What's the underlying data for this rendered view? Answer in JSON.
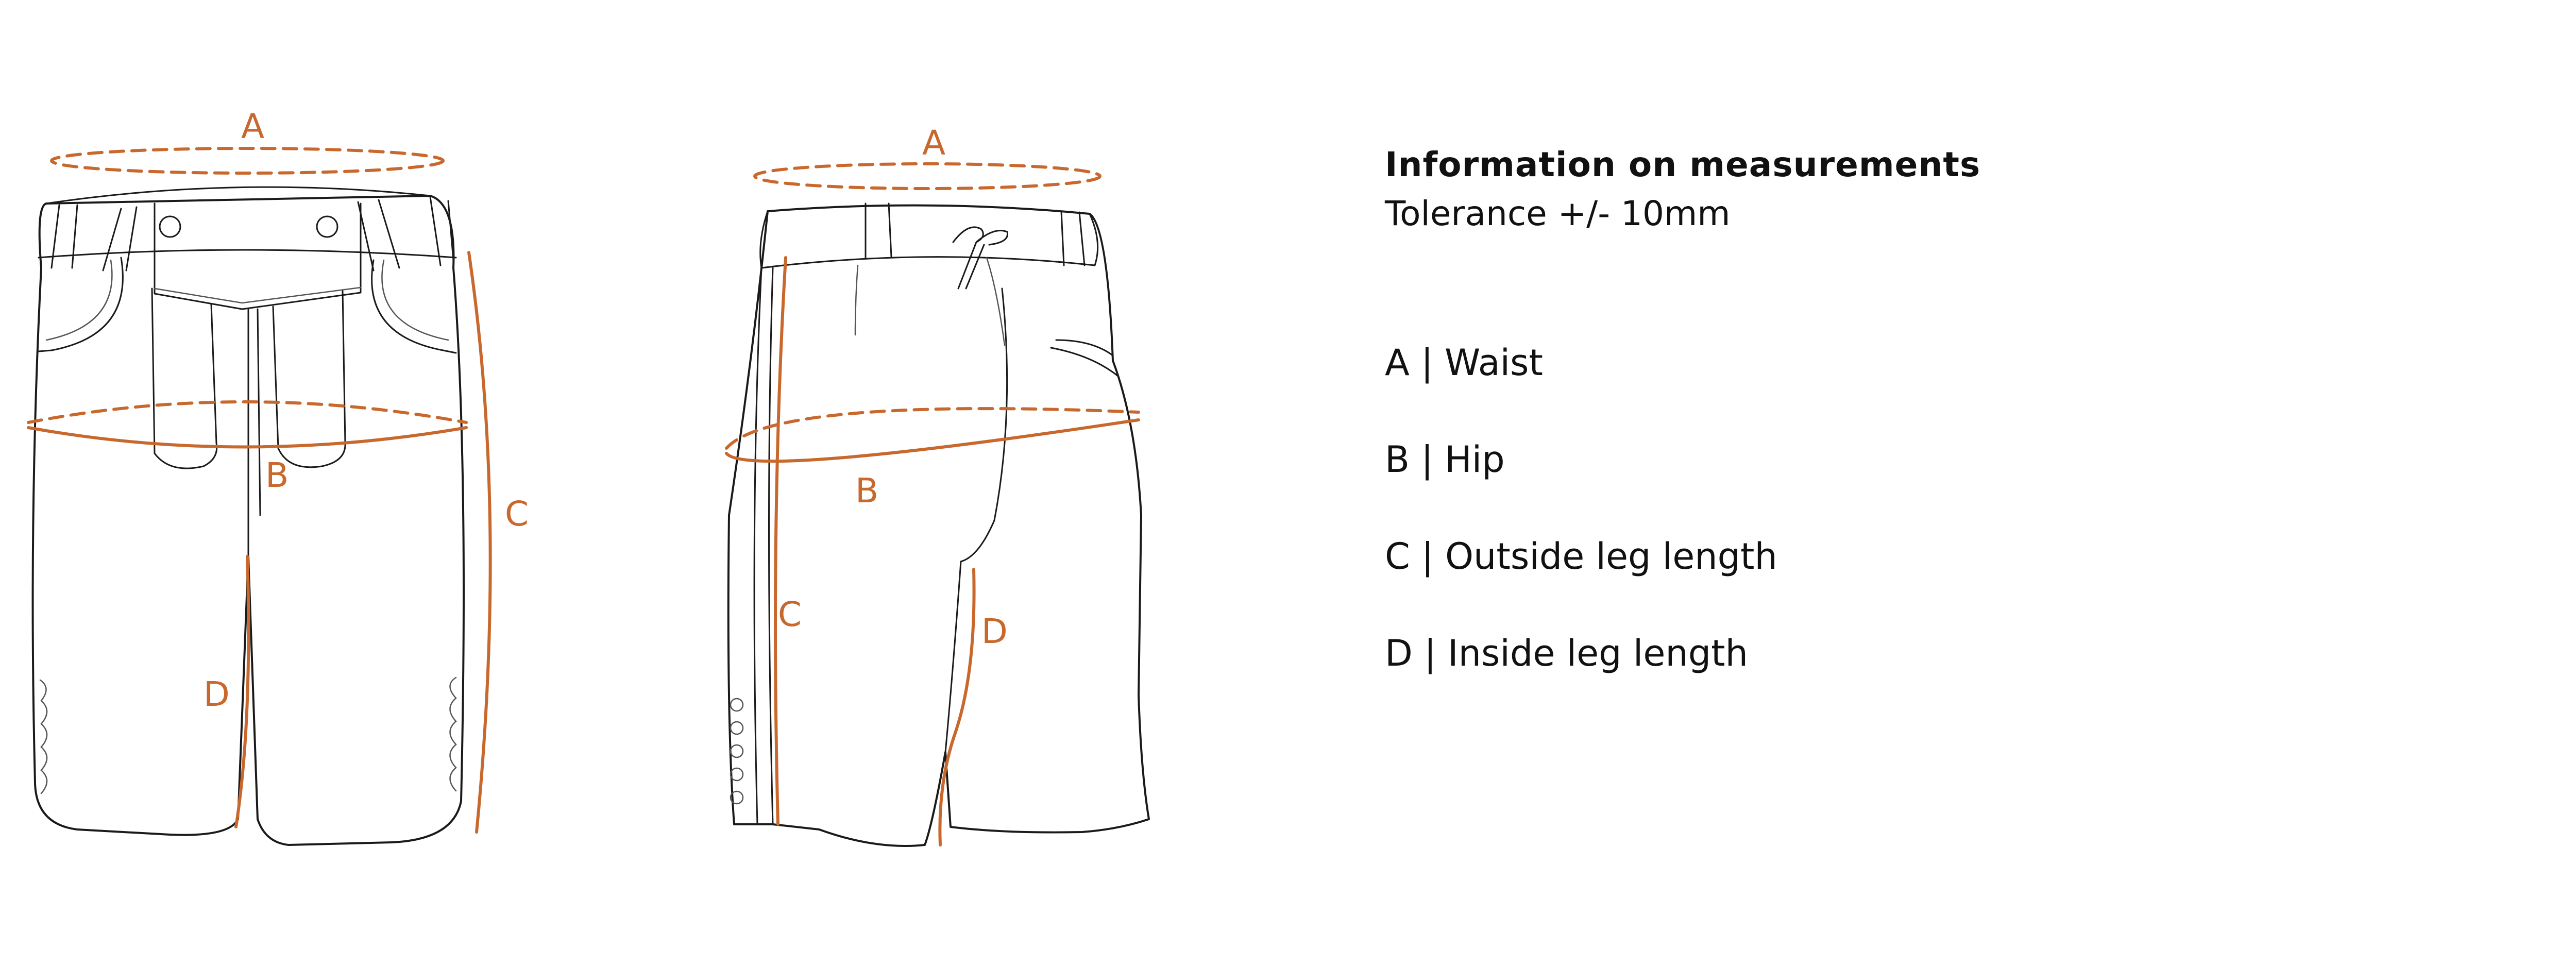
{
  "info": {
    "title": "Information on measurements",
    "tolerance": "Tolerance +/- 10mm"
  },
  "legend": [
    {
      "letter": "A",
      "label": "A | Waist"
    },
    {
      "letter": "B",
      "label": "B | Hip"
    },
    {
      "letter": "C",
      "label": "C | Outside leg length"
    },
    {
      "letter": "D",
      "label": "D | Inside leg length"
    }
  ],
  "labels": {
    "a": "A",
    "b": "B",
    "c": "C",
    "d": "D"
  },
  "colors": {
    "measure": "#c8682c",
    "outline": "#1a1a1a"
  }
}
